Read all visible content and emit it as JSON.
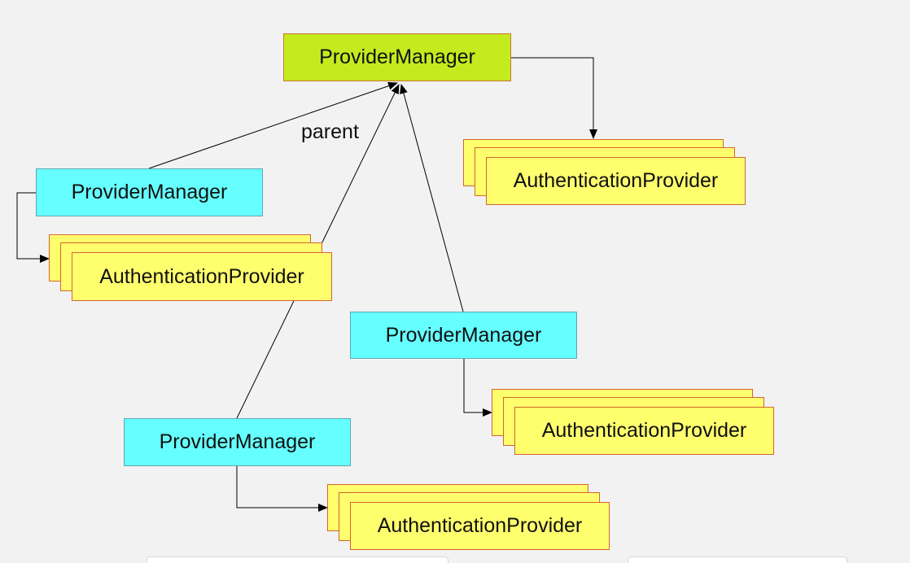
{
  "diagram": {
    "top_manager": {
      "label": "ProviderManager"
    },
    "edge_label": "parent",
    "top_providers": {
      "label": "AuthenticationProvider"
    },
    "left_manager": {
      "label": "ProviderManager"
    },
    "left_providers": {
      "label": "AuthenticationProvider"
    },
    "middle_manager": {
      "label": "ProviderManager"
    },
    "middle_providers": {
      "label": "AuthenticationProvider"
    },
    "bottom_manager": {
      "label": "ProviderManager"
    },
    "bottom_providers": {
      "label": "AuthenticationProvider"
    }
  },
  "colors": {
    "manager_root": "#c5ea1e",
    "manager_child": "#66ffff",
    "provider": "#ffff6e",
    "background": "#f2f2f2"
  }
}
